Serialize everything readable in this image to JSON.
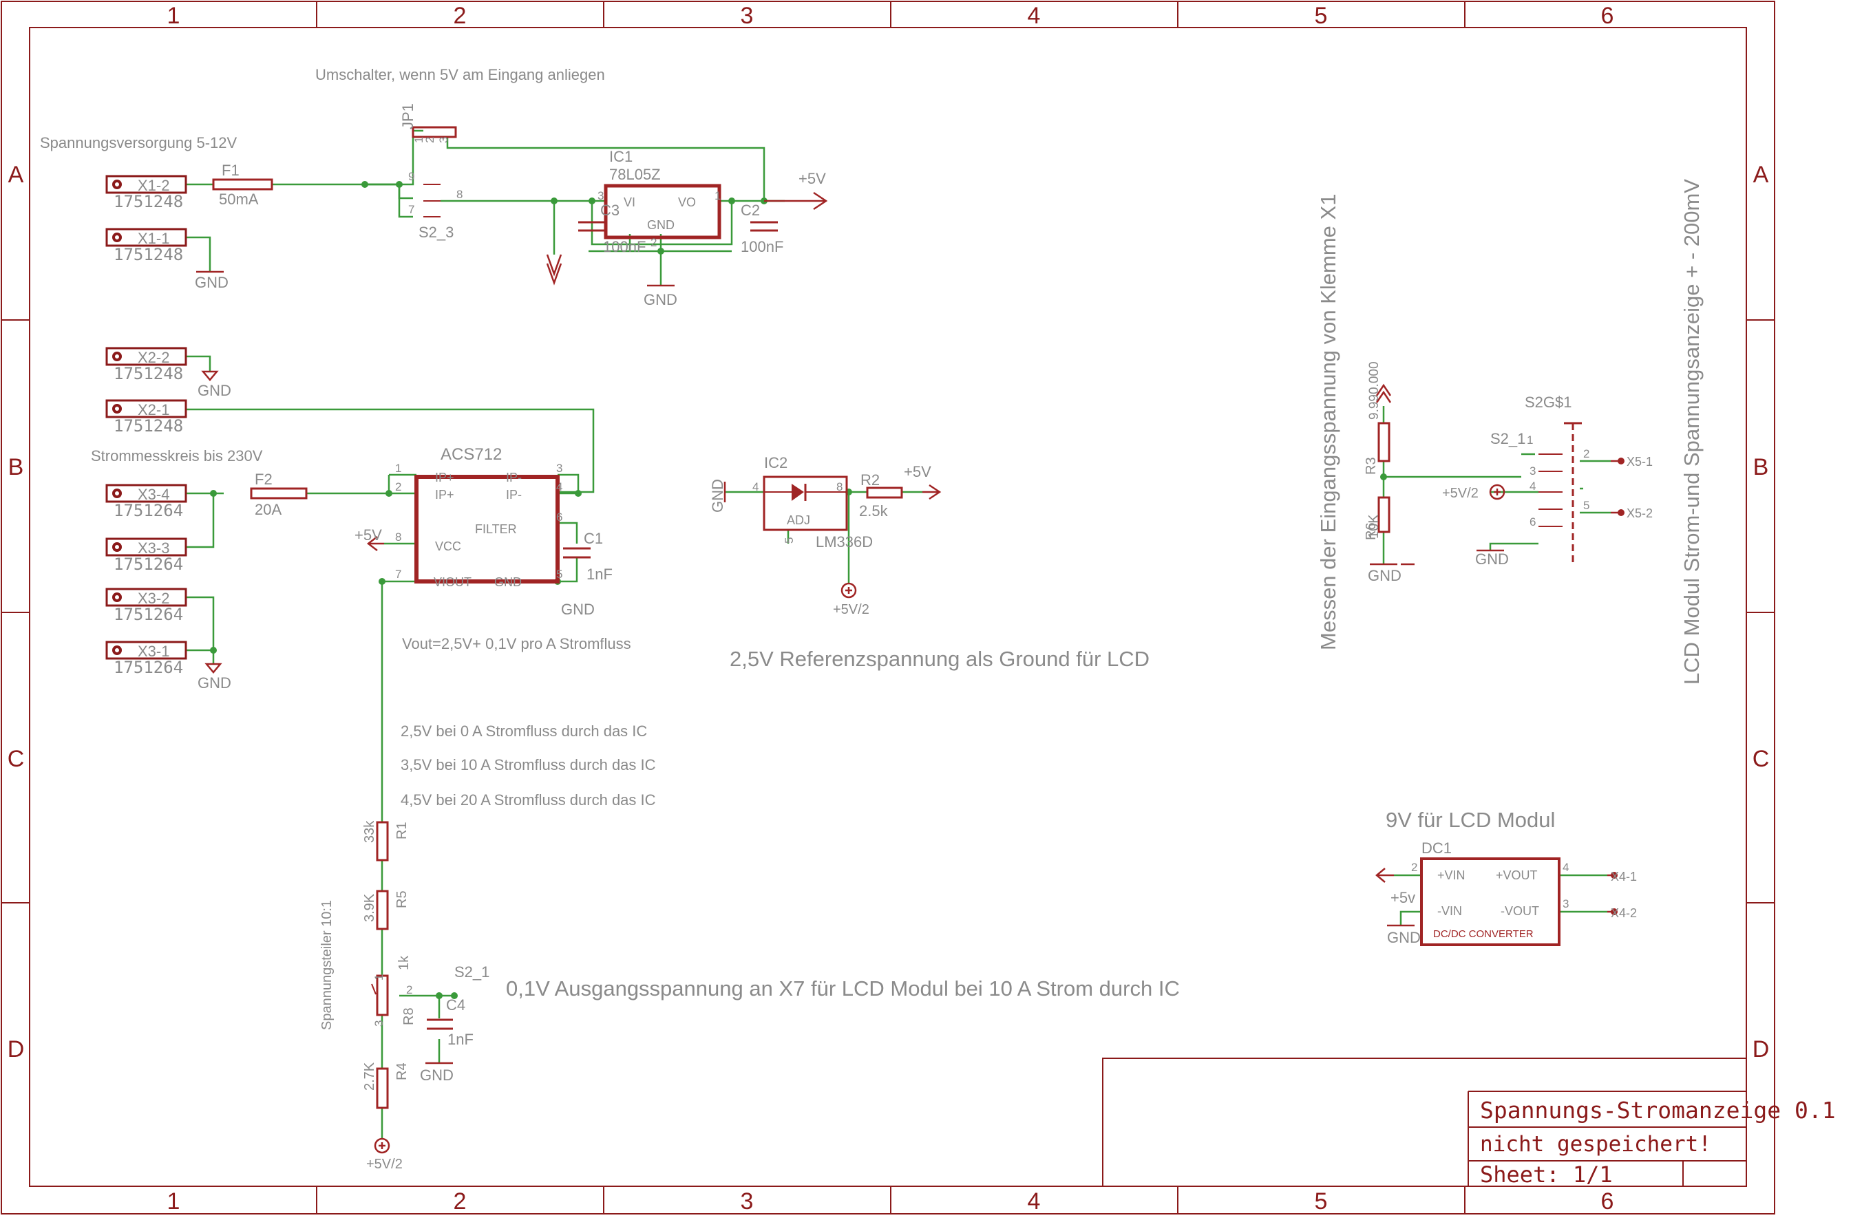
{
  "colors": {
    "frame": "#8b1a1a",
    "part": "#a02424",
    "wire": "#2e8b2e",
    "text": "#8a8a8a",
    "title": "#8b1a1a"
  },
  "frame": {
    "columns": [
      "1",
      "2",
      "3",
      "4",
      "5",
      "6"
    ],
    "rows": [
      "A",
      "B",
      "C",
      "D"
    ]
  },
  "title_block": {
    "title": "Spannungs-Stromanzeige 0.1",
    "status": "nicht gespeichert!",
    "sheet": "Sheet: 1/1"
  },
  "notes": {
    "switch_note": "Umschalter, wenn 5V am Eingang anliegen",
    "supply": "Spannungsversorgung 5-12V",
    "measure_circuit": "Strommesskreis bis 230V",
    "vout": "Vout=2,5V+ 0,1V pro A Stromfluss",
    "v0a": "2,5V bei 0 A Stromfluss durch das IC",
    "v10a": "3,5V bei 10 A Stromfluss durch das IC",
    "v20a": "4,5V bei 20 A Stromfluss durch das IC",
    "reference": "2,5V Referenzspannung als Ground für LCD",
    "output": "0,1V Ausgangsspannung an X7 für LCD Modul bei 10 A Strom durch IC",
    "input_measure": "Messen der Eingangsspannung von Klemme X1",
    "lcd_module": "LCD Modul Strom-und Spannungsanzeige  + - 200mV",
    "lcd_9v": "9V für LCD Modul",
    "divider": "Spannungsteiler 10:1"
  },
  "connectors": [
    {
      "name": "X1-2",
      "part": "1751248"
    },
    {
      "name": "X1-1",
      "part": "1751248"
    },
    {
      "name": "X2-2",
      "part": "1751248"
    },
    {
      "name": "X2-1",
      "part": "1751248"
    },
    {
      "name": "X3-4",
      "part": "1751264"
    },
    {
      "name": "X3-3",
      "part": "1751264"
    },
    {
      "name": "X3-2",
      "part": "1751264"
    },
    {
      "name": "X3-1",
      "part": "1751264"
    }
  ],
  "components": {
    "jp1": "JP1",
    "jp1_pins": [
      "1",
      "2",
      "3"
    ],
    "f1": {
      "name": "F1",
      "value": "50mA"
    },
    "f2": {
      "name": "F2",
      "value": "20A"
    },
    "s2_3": {
      "name": "S2_3",
      "pin_a": "9",
      "pin_b": "7",
      "pin_c": "8"
    },
    "ic1": {
      "name": "IC1",
      "type": "78L05Z",
      "vi": "VI",
      "vo": "VO",
      "gnd": "GND",
      "pin_in": "3",
      "pin_out": "1",
      "pin_gnd": "2"
    },
    "c3": {
      "name": "C3",
      "value": "100nF"
    },
    "c2": {
      "name": "C2",
      "value": "100nF"
    },
    "acs": {
      "name": "ACS712",
      "ip1": "IP+",
      "ip2": "IP+",
      "im1": "IP-",
      "im2": "IP-",
      "filter": "FILTER",
      "vcc": "VCC",
      "viout": "VIOUT",
      "gnd": "GND",
      "pins": [
        "1",
        "2",
        "3",
        "4",
        "6",
        "8",
        "7",
        "5"
      ]
    },
    "c1": {
      "name": "C1",
      "value": "1nF"
    },
    "ic2": {
      "name": "IC2",
      "type": "LM336D",
      "adj": "ADJ",
      "pin4": "4",
      "pin8": "8",
      "pin5": "5"
    },
    "r2": {
      "name": "R2",
      "value": "2.5k"
    },
    "r1": {
      "name": "R1",
      "value": "33k"
    },
    "r5": {
      "name": "R5",
      "value": "3.9K"
    },
    "r8": {
      "name": "R8",
      "value": "1k",
      "pins": [
        "1",
        "2",
        "3"
      ]
    },
    "s2_1": {
      "name": "S2_1"
    },
    "c4": {
      "name": "C4",
      "value": "1nF"
    },
    "r4": {
      "name": "R4",
      "value": "2.7K"
    },
    "r3": {
      "name": "R3",
      "value": "9.990.000"
    },
    "r6": {
      "name": "R6",
      "value": "10K"
    },
    "s2": {
      "name": "S2G$1",
      "sub": "S2_1",
      "pins": [
        "1",
        "2",
        "3",
        "4",
        "5",
        "6"
      ],
      "x51": "X5-1",
      "x52": "X5-2"
    },
    "dc1": {
      "name": "DC1",
      "vin_p": "+VIN",
      "vin_m": "-VIN",
      "vout_p": "+VOUT",
      "vout_m": "-VOUT",
      "type": "DC/DC CONVERTER",
      "pin2": "2",
      "pin4": "4",
      "pin3": "3",
      "x41": "X4-1",
      "x42": "X4-2"
    }
  },
  "net_labels": {
    "gnd": "GND",
    "p5v": "+5V",
    "p5v_lower": "+5v",
    "half": "+5V/2",
    "p5v_dc": "+5V"
  }
}
